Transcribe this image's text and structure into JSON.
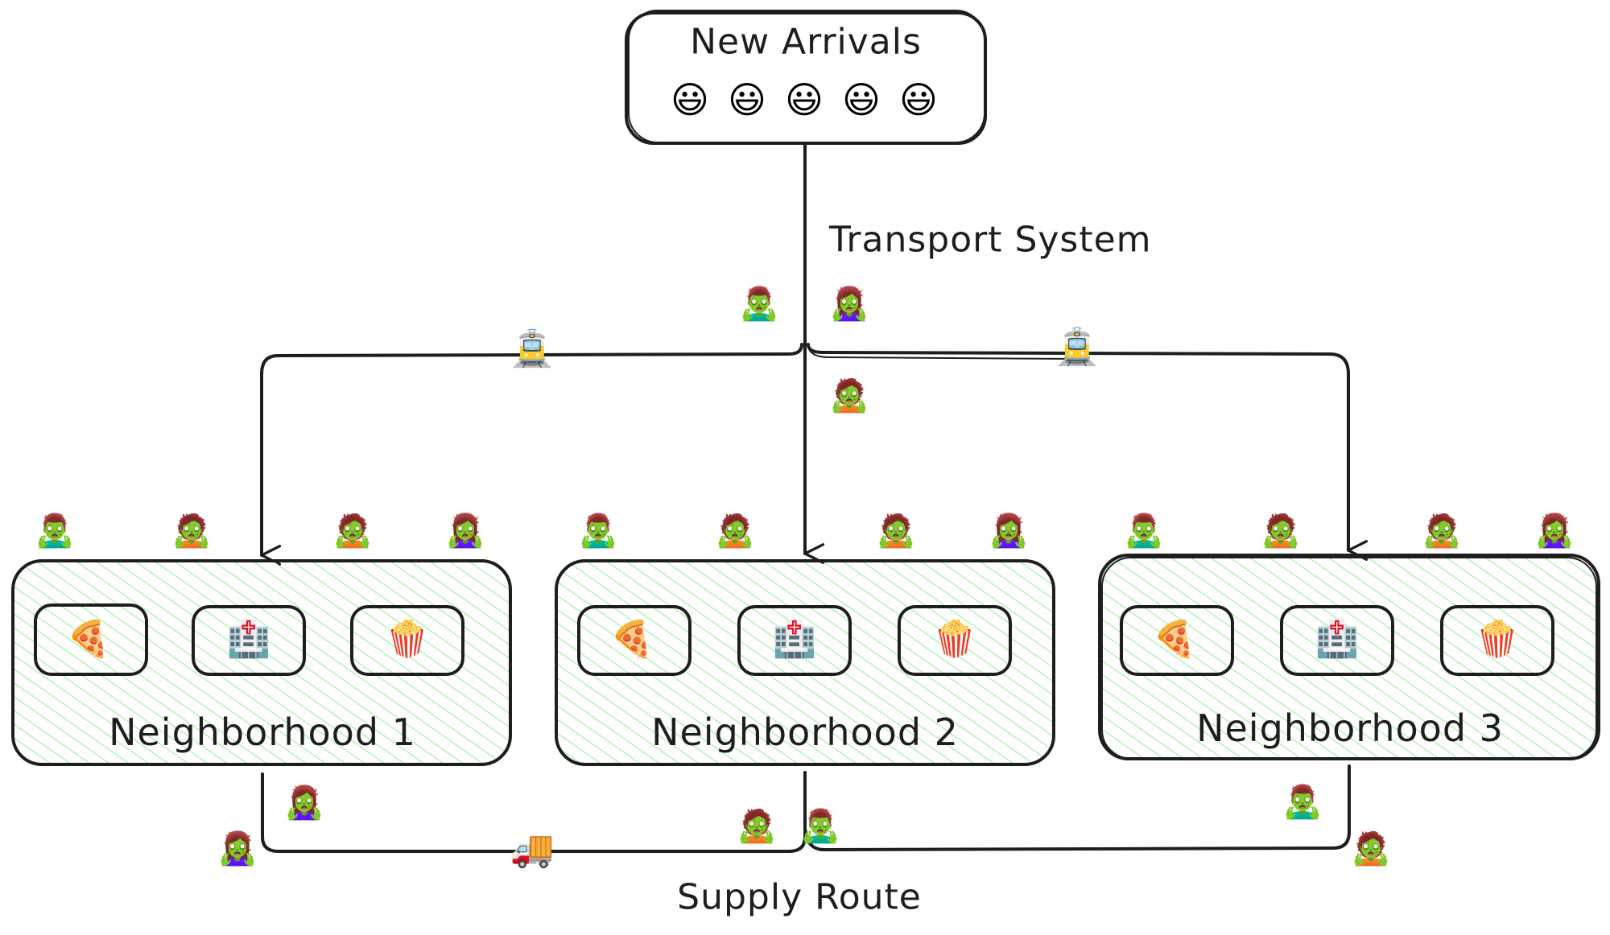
{
  "diagram": {
    "source_node": {
      "label": "New Arrivals",
      "people": [
        "😃",
        "😃",
        "😃",
        "😃",
        "😃"
      ],
      "people_icon": "grinning-face"
    },
    "transport": {
      "label": "Transport System",
      "vehicles": [
        {
          "icon": "🚊",
          "name": "tram"
        },
        {
          "icon": "🚊",
          "name": "tram"
        }
      ],
      "zombies": [
        "🧟‍♂️",
        "🧟‍♀️",
        "🧟"
      ]
    },
    "neighborhoods": [
      {
        "label": "Neighborhood 1",
        "facilities": [
          {
            "icon": "🍕",
            "name": "pizza"
          },
          {
            "icon": "🏥",
            "name": "hospital"
          },
          {
            "icon": "🍿",
            "name": "popcorn"
          }
        ],
        "zombies": [
          "🧟‍♂️",
          "🧟",
          "🧟",
          "🧟‍♀️"
        ]
      },
      {
        "label": "Neighborhood 2",
        "facilities": [
          {
            "icon": "🍕",
            "name": "pizza"
          },
          {
            "icon": "🏥",
            "name": "hospital"
          },
          {
            "icon": "🍿",
            "name": "popcorn"
          }
        ],
        "zombies": [
          "🧟‍♂️",
          "🧟",
          "🧟",
          "🧟‍♀️"
        ]
      },
      {
        "label": "Neighborhood 3",
        "facilities": [
          {
            "icon": "🍕",
            "name": "pizza"
          },
          {
            "icon": "🏥",
            "name": "hospital"
          },
          {
            "icon": "🍿",
            "name": "popcorn"
          }
        ],
        "zombies": [
          "🧟‍♂️",
          "🧟",
          "🧟",
          "🧟‍♀️"
        ]
      }
    ],
    "supply": {
      "label": "Supply Route",
      "vehicle": {
        "icon": "🚚",
        "name": "delivery-truck"
      },
      "zombies": [
        "🧟‍♀️",
        "🧟‍♀️",
        "🧟",
        "🧟‍♂️",
        "🧟‍♂️",
        "🧟"
      ]
    },
    "colors": {
      "stroke": "#1e1e1e",
      "hatch": "#b2f2bb",
      "background": "#ffffff"
    }
  }
}
